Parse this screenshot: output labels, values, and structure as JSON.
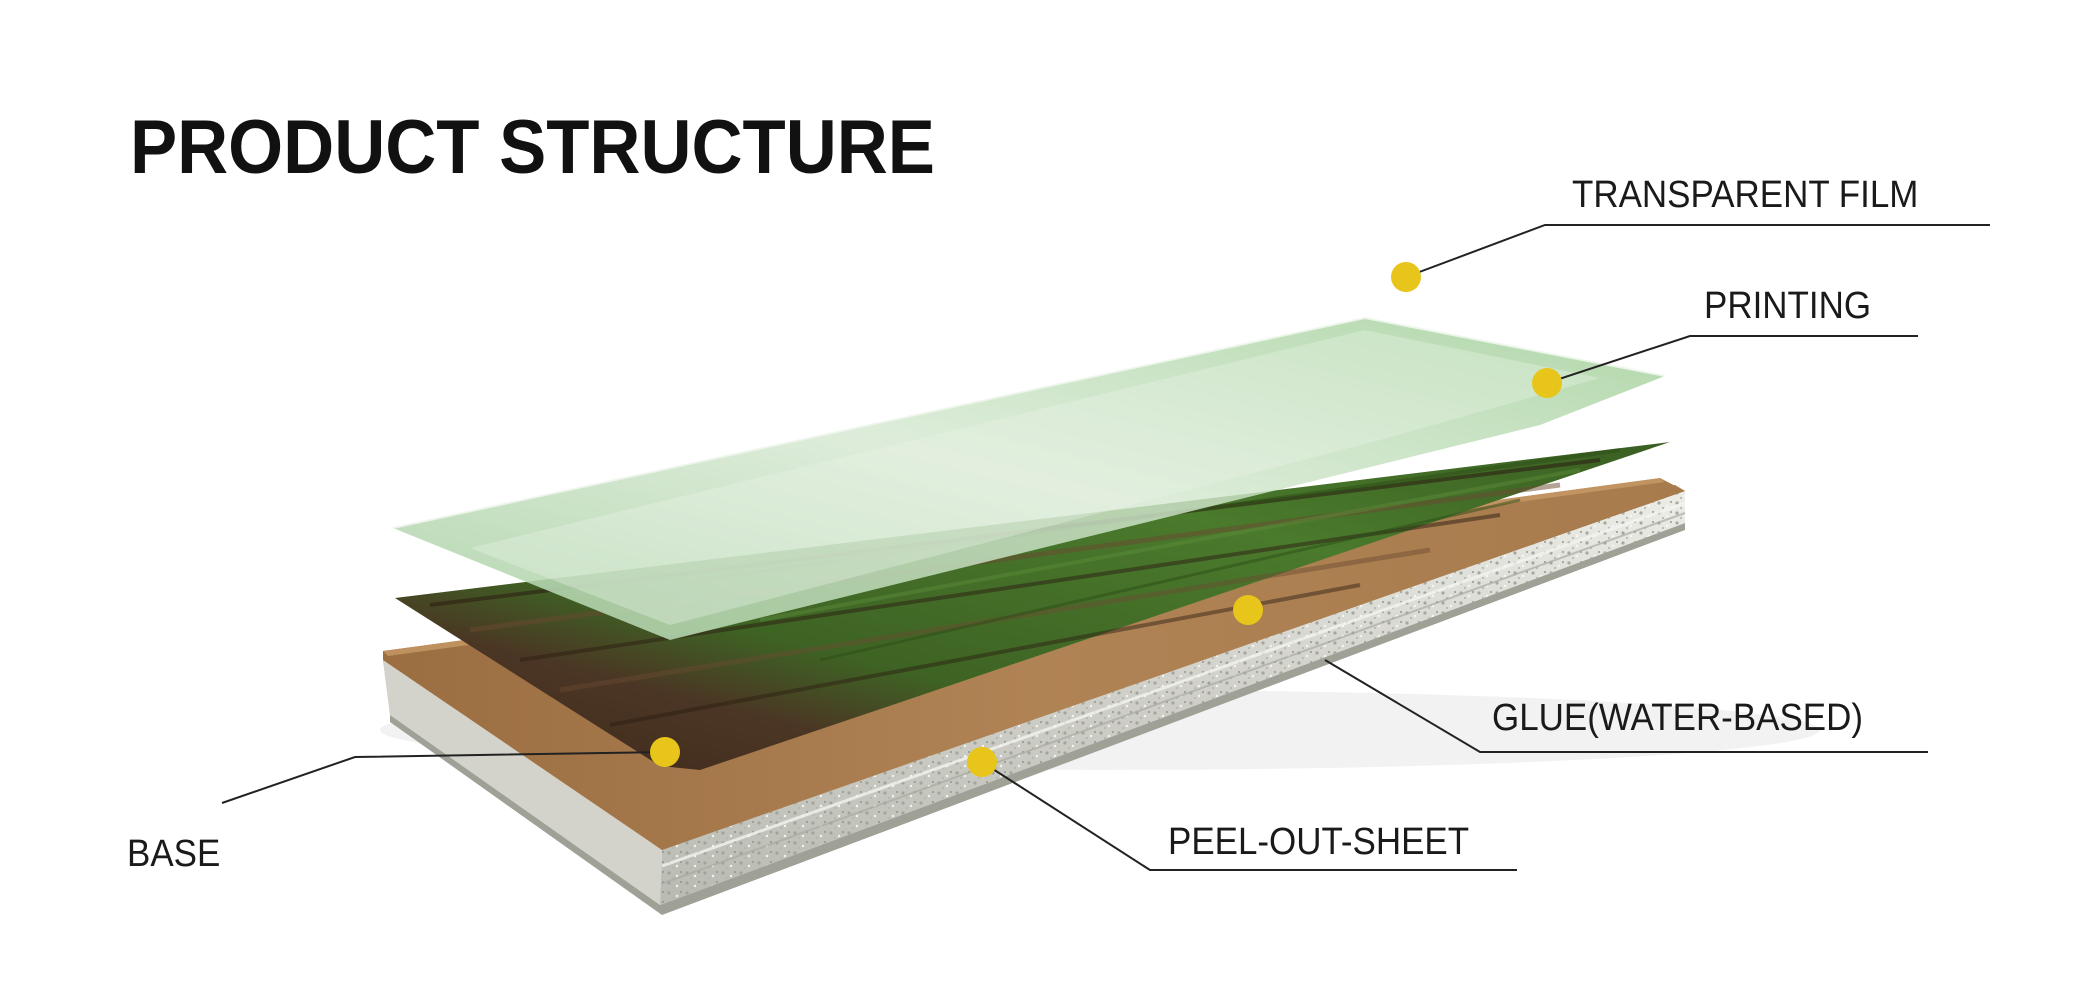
{
  "title": "PRODUCT STRUCTURE",
  "layers": [
    {
      "id": "transparent-film",
      "label": "TRANSPARENT FILM"
    },
    {
      "id": "printing",
      "label": "PRINTING"
    },
    {
      "id": "glue",
      "label": "GLUE(WATER-BASED)"
    },
    {
      "id": "peel-out-sheet",
      "label": "PEEL-OUT-SHEET"
    },
    {
      "id": "base",
      "label": "BASE"
    }
  ],
  "colors": {
    "marker": "#E8C51A",
    "film": "#B9D9B4",
    "printing_green": "#3F6A25",
    "printing_brown": "#4A3423",
    "glue": "#A87C4E",
    "base_side": "#D9D9D2",
    "leader_line": "#222222"
  }
}
